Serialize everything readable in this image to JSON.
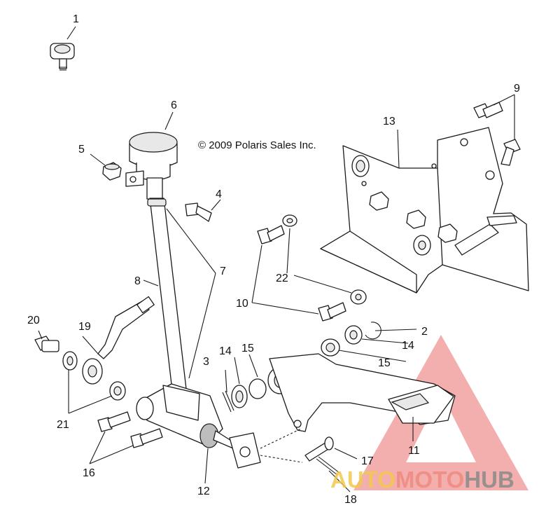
{
  "copyright": "© 2009 Polaris Sales Inc.",
  "labels": [
    "1",
    "2",
    "3",
    "4",
    "5",
    "6",
    "7",
    "8",
    "9",
    "10",
    "11",
    "12",
    "13",
    "14",
    "14",
    "15",
    "15",
    "16",
    "17",
    "18",
    "19",
    "20",
    "21",
    "22"
  ],
  "watermark": {
    "part1": "AUTO",
    "part2": "MOTO",
    "part3": "HUB",
    "color1": "#f2c94c",
    "color2": "#ef8a80",
    "color3": "#8a8a8a"
  },
  "colors": {
    "line": "#1a1a1a",
    "logo_triangle": "#e96b6b"
  }
}
